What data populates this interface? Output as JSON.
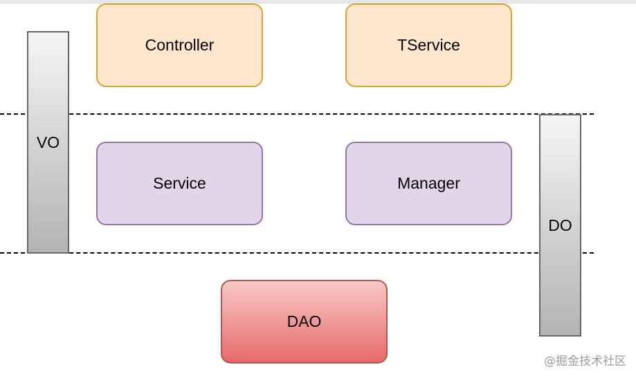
{
  "diagram": {
    "controller_label": "Controller",
    "tservice_label": "TService",
    "service_label": "Service",
    "manager_label": "Manager",
    "dao_label": "DAO",
    "vo_label": "VO",
    "do_label": "DO"
  },
  "watermark": {
    "text": "@掘金技术社区"
  },
  "colors": {
    "orange_fill": "#ffe6cc",
    "orange_border": "#d6a332",
    "purple_fill": "#e1d5e7",
    "purple_border": "#9673a6",
    "red_top": "#f6c8c6",
    "red_bottom": "#e86a6a",
    "red_border": "#b85450",
    "bar_border": "#666666"
  }
}
